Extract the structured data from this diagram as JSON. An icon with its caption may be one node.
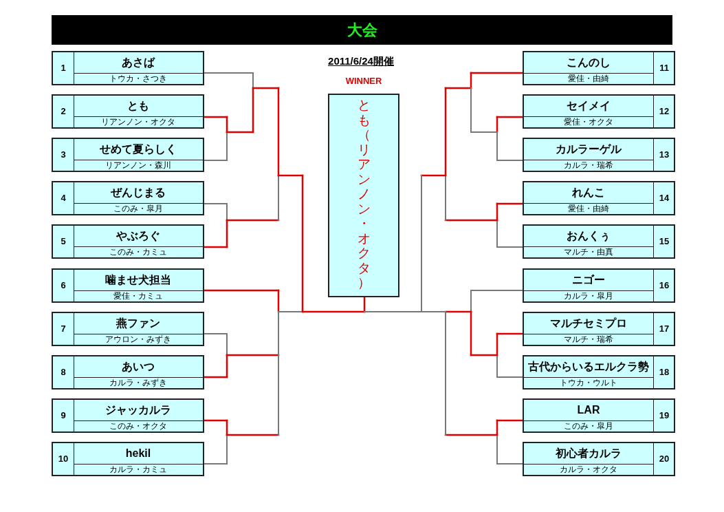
{
  "diagram": {
    "title": "大会",
    "nodes": [
      {
        "text": [
          "1",
          "あさば",
          "トウカ・さつき"
        ]
      },
      {
        "text": [
          "2",
          "とも",
          "リアンノン・オクタ"
        ]
      },
      {
        "text": [
          "3",
          "せめて夏らしく",
          "リアンノン・森川"
        ]
      },
      {
        "text": [
          "4",
          "ぜんじまる",
          "このみ・皐月"
        ]
      },
      {
        "text": [
          "5",
          "やぶろぐ",
          "このみ・カミュ"
        ]
      },
      {
        "text": [
          "6",
          "噛ませ犬担当",
          "愛佳・カミュ"
        ]
      },
      {
        "text": [
          "7",
          "燕ファン",
          "アウロン・みずき"
        ]
      },
      {
        "text": [
          "8",
          "あいつ",
          "カルラ・みずき"
        ]
      },
      {
        "text": [
          "9",
          "ジャッカルラ",
          "このみ・オクタ"
        ]
      },
      {
        "text": [
          "10",
          "hekil",
          "カルラ・カミュ"
        ]
      },
      {
        "text": [
          "11",
          "こんのし",
          "愛佳・由綺"
        ]
      },
      {
        "text": [
          "12",
          "セイメイ",
          "愛佳・オクタ"
        ]
      },
      {
        "text": [
          "13",
          "カルラーゲル",
          "カルラ・瑞希"
        ]
      },
      {
        "text": [
          "14",
          "れんこ",
          "愛佳・由綺"
        ]
      },
      {
        "text": [
          "15",
          "おんくぅ",
          "マルチ・由真"
        ]
      },
      {
        "text": [
          "16",
          "ニゴー",
          "カルラ・皐月"
        ]
      },
      {
        "text": [
          "17",
          "マルチセミプロ",
          "マルチ・瑞希"
        ]
      },
      {
        "text": [
          "18",
          "古代からいるエルクラ勢",
          "トウカ・ウルト"
        ]
      },
      {
        "text": [
          "19",
          "LAR",
          "このみ・皐月"
        ]
      },
      {
        "text": [
          "20",
          "初心者カルラ",
          "カルラ・オクタ"
        ]
      },
      {
        "text": [
          "WINNER",
          "とも（リアンノン・オクタ）"
        ]
      }
    ],
    "labels": [
      "2011/6/24開催"
    ]
  }
}
